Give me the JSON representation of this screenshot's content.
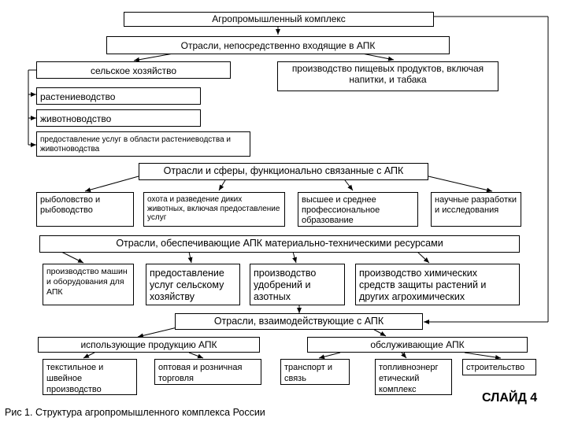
{
  "agro_complex": "Агропромышленный комплекс",
  "direct": {
    "title": "Отрасли, непосредственно входящие в АПК",
    "agriculture": "сельское хозяйство",
    "food": "производство пищевых продуктов, включая напитки, и табака",
    "crops": "растениеводство",
    "livestock": "животноводство",
    "services": "предоставление услуг в области растениеводства и животноводства"
  },
  "functional": {
    "title": "Отрасли и сферы, функционально связанные с АПК",
    "fishing": "рыболовство и рыбоводство",
    "hunting": "охота и разведение диких животных, включая предоставление услуг",
    "education": "высшее и среднее профессиональное образование",
    "research": "научные разработки и исследования"
  },
  "material": {
    "title": "Отрасли, обеспечивающие АПК материально-техническими ресурсами",
    "machinery": "производство машин и оборудования для АПК",
    "agro_services": "предоставление услуг сельскому хозяйству",
    "fertilizers": "производство удобрений и азотных",
    "chemicals": "производство химических средств защиты растений и других агрохимических"
  },
  "interacting": {
    "title": "Отрасли, взаимодействующие с АПК",
    "using": "использующие продукцию АПК",
    "serving": "обслуживающие АПК",
    "textile": "текстильное и швейное производство",
    "trade": "оптовая и розничная торговля",
    "transport": "транспорт и связь",
    "fuel": "топливноэнерг етический комплекс",
    "construction": "строительство"
  },
  "caption": "Рис 1. Структура агропромышленного комплекса России",
  "slide_label": "СЛАЙД 4"
}
